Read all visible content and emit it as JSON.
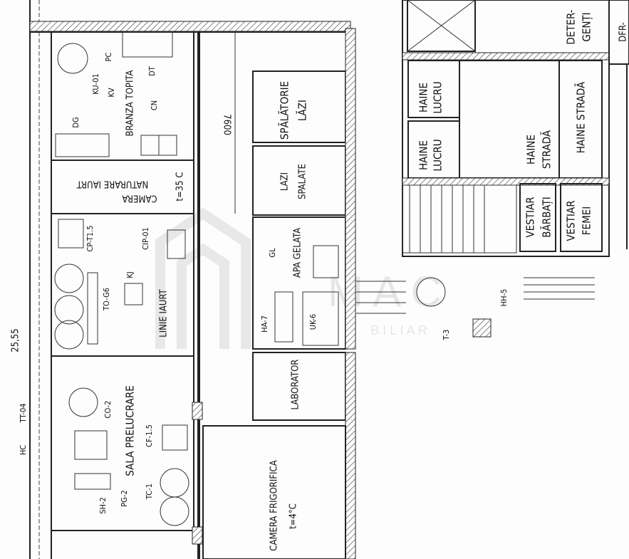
{
  "plan": {
    "dimension_total": "25,55",
    "dimension_corridor": "7600",
    "rooms": {
      "branza_topita": "BRANZA TOPITA",
      "camera_naturare_l1": "CAMERA",
      "camera_naturare_l2": "NATURARE IAURT",
      "camera_naturare_temp": "t=35 C",
      "spalatorie_l1": "SPĂLĂTORIE",
      "spalatorie_l2": "LĂZI",
      "lazi_spalate_l1": "LAZI",
      "lazi_spalate_l2": "SPALATE",
      "linie_iaurt": "LINIE IAURT",
      "apa_gelata": "APA GELATA",
      "laborator": "LABORATOR",
      "sala_prelucrare": "SALA PRELUCRARE",
      "camera_frigorifica": "CAMERA FRIGORIFICA",
      "camera_frigorifica_temp": "t=4°C",
      "haine_lucru_1_l1": "HAINE",
      "haine_lucru_1_l2": "LUCRU",
      "haine_lucru_2_l1": "HAINE",
      "haine_lucru_2_l2": "LUCRU",
      "haine_strada_1_l1": "HAINE",
      "haine_strada_1_l2": "STRADĂ",
      "haine_strada_2": "HAINE STRADĂ",
      "vestiar_barbati_l1": "VESTIAR",
      "vestiar_barbati_l2": "BĂRBAȚI",
      "vestiar_femei_l1": "VESTIAR",
      "vestiar_femei_l2": "FEMEI",
      "detergenti_l1": "DETER-",
      "detergenti_l2": "GENȚI",
      "dfr": "DFR-"
    },
    "equipment": {
      "ku01": "KU-01",
      "kv": "KV",
      "pc": "PC",
      "dg": "DG",
      "dt": "DT",
      "cn": "CN",
      "cpt15": "CP-T1.5",
      "cip01": "CIP-01",
      "tog6": "TO-G6",
      "kj": "KJ",
      "gl": "GL",
      "ha7": "HA-7",
      "uk6": "UK-6",
      "tt04": "TT-04",
      "hc": "HC",
      "co2": "CO-2",
      "cf15": "CF-1.5",
      "tc1": "TC-1",
      "pg2": "PG-2",
      "sh2": "SH-2",
      "t3": "T-3",
      "hh5": "HH-5"
    },
    "watermark": {
      "logo": "M  A  C",
      "sub": "B I L I A R"
    }
  }
}
